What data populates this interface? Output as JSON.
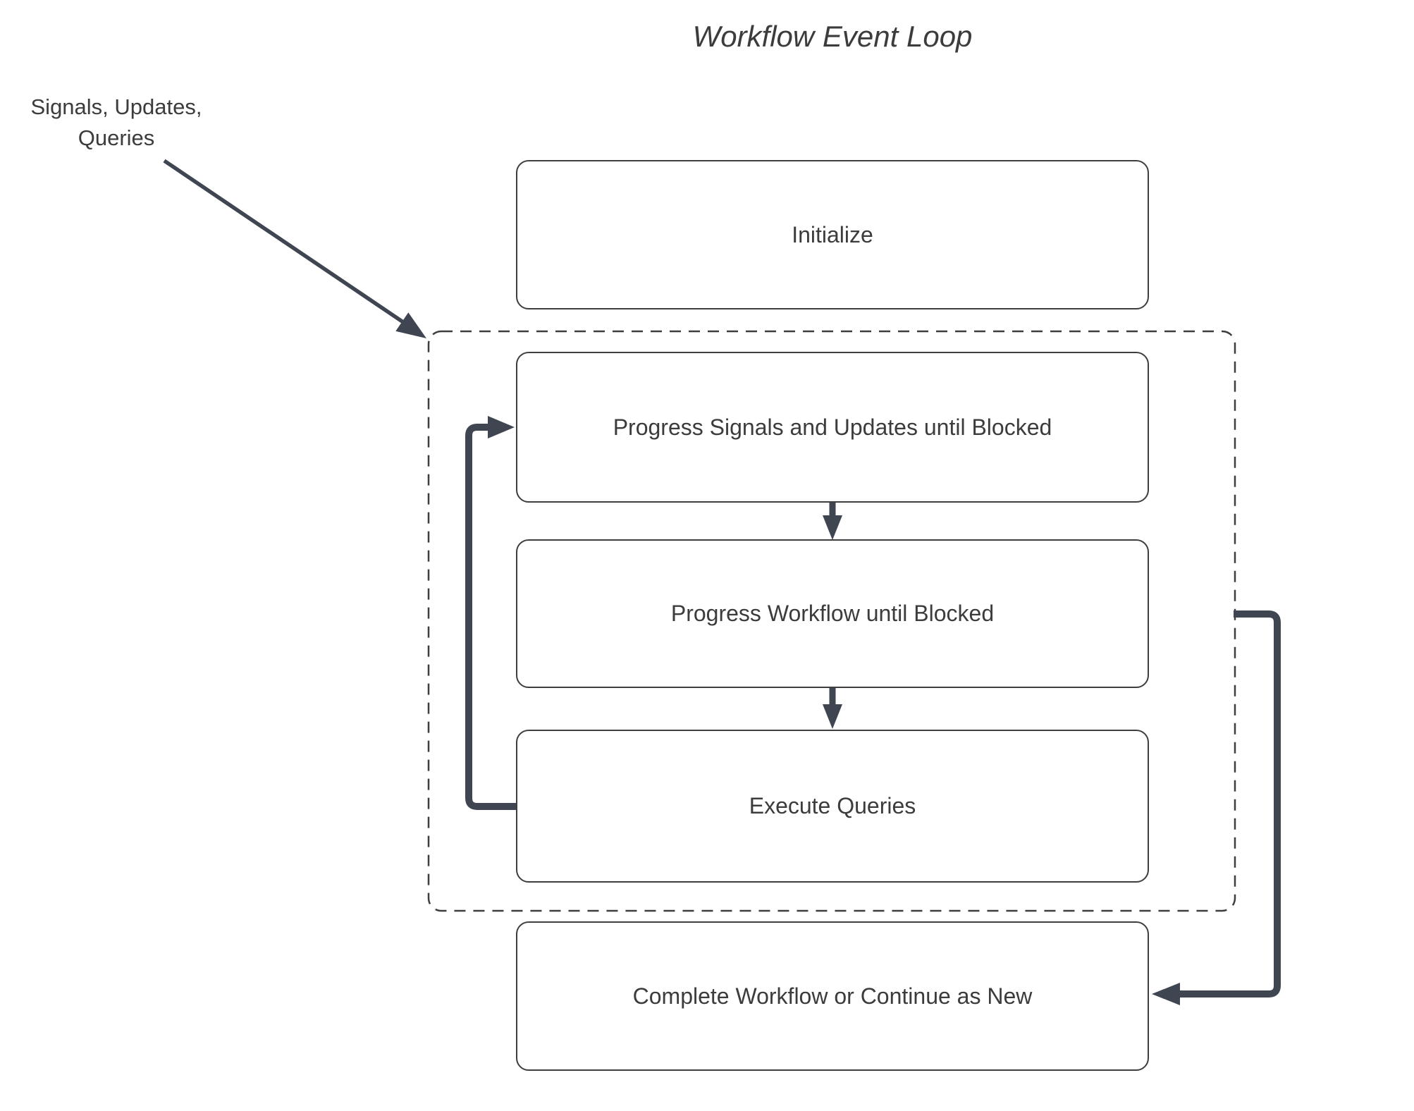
{
  "title": "Workflow Event Loop",
  "annotation": {
    "label": "Signals, Updates,\nQueries"
  },
  "nodes": [
    {
      "id": "initialize",
      "label": "Initialize"
    },
    {
      "id": "progress-signals-updates",
      "label": "Progress Signals and Updates until Blocked"
    },
    {
      "id": "progress-workflow",
      "label": "Progress Workflow until Blocked"
    },
    {
      "id": "execute-queries",
      "label": "Execute Queries"
    },
    {
      "id": "complete-or-continue",
      "label": "Complete Workflow or Continue as New"
    }
  ],
  "group": {
    "id": "workflow-event-loop-group",
    "style": "dashed-rounded-rectangle",
    "contains": [
      "progress-signals-updates",
      "progress-workflow",
      "execute-queries"
    ]
  },
  "edges": [
    {
      "from": "signals-updates-queries-annotation",
      "to": "workflow-event-loop-group",
      "style": "thin-diagonal-arrow"
    },
    {
      "from": "progress-signals-updates",
      "to": "progress-workflow",
      "style": "short-down-arrow"
    },
    {
      "from": "progress-workflow",
      "to": "execute-queries",
      "style": "short-down-arrow"
    },
    {
      "from": "execute-queries",
      "to": "progress-signals-updates",
      "style": "thick-elbow-arrow-left-loop"
    },
    {
      "from": "workflow-event-loop-group",
      "to": "complete-or-continue",
      "style": "thick-elbow-arrow-right"
    }
  ],
  "colors": {
    "connector": "#3f4551",
    "node_border": "#3e3e3e",
    "text": "#3c3c3c",
    "background": "#ffffff"
  }
}
